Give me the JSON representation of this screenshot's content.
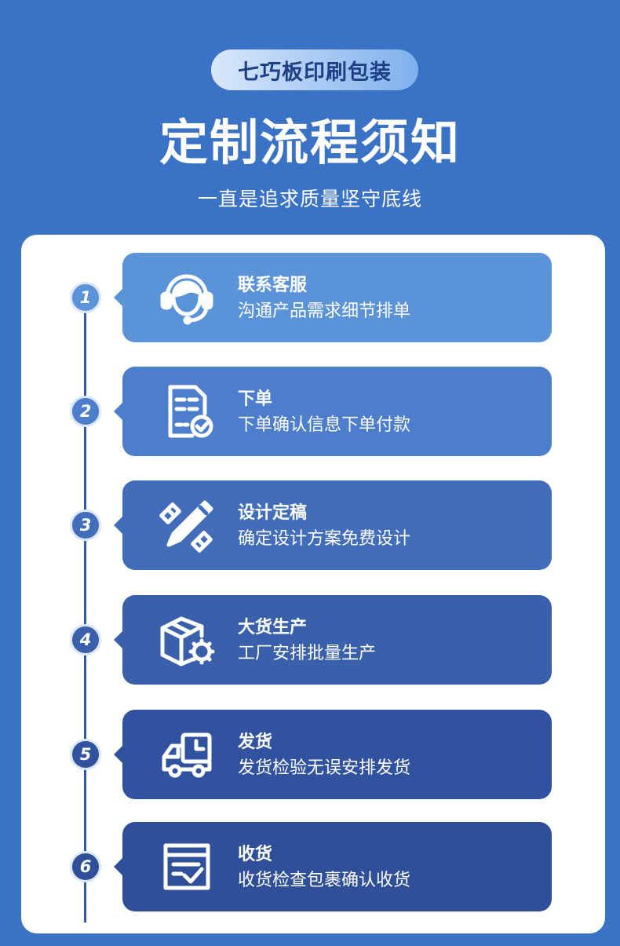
{
  "header": {
    "brand": "七巧板印刷包装",
    "title": "定制流程须知",
    "subtitle": "一直是追求质量坚守底线"
  },
  "colors": {
    "background": "#3a72c6",
    "panel": "#ffffff",
    "timeline": "#2f5ba8"
  },
  "steps": [
    {
      "number": "1",
      "title": "联系客服",
      "desc": "沟通产品需求细节排单",
      "icon": "headset-support-icon",
      "color": "#5b93d8"
    },
    {
      "number": "2",
      "title": "下单",
      "desc": "下单确认信息下单付款",
      "icon": "order-form-check-icon",
      "color": "#4c7ecb"
    },
    {
      "number": "3",
      "title": "设计定稿",
      "desc": "确定设计方案免费设计",
      "icon": "pencil-ruler-icon",
      "color": "#416dbb"
    },
    {
      "number": "4",
      "title": "大货生产",
      "desc": "工厂安排批量生产",
      "icon": "box-gear-icon",
      "color": "#3a60ab"
    },
    {
      "number": "5",
      "title": "发货",
      "desc": "发货检验无误安排发货",
      "icon": "delivery-truck-icon",
      "color": "#31539f"
    },
    {
      "number": "6",
      "title": "收货",
      "desc": "收货检查包裹确认收货",
      "icon": "receive-box-check-icon",
      "color": "#2f4f98"
    }
  ]
}
